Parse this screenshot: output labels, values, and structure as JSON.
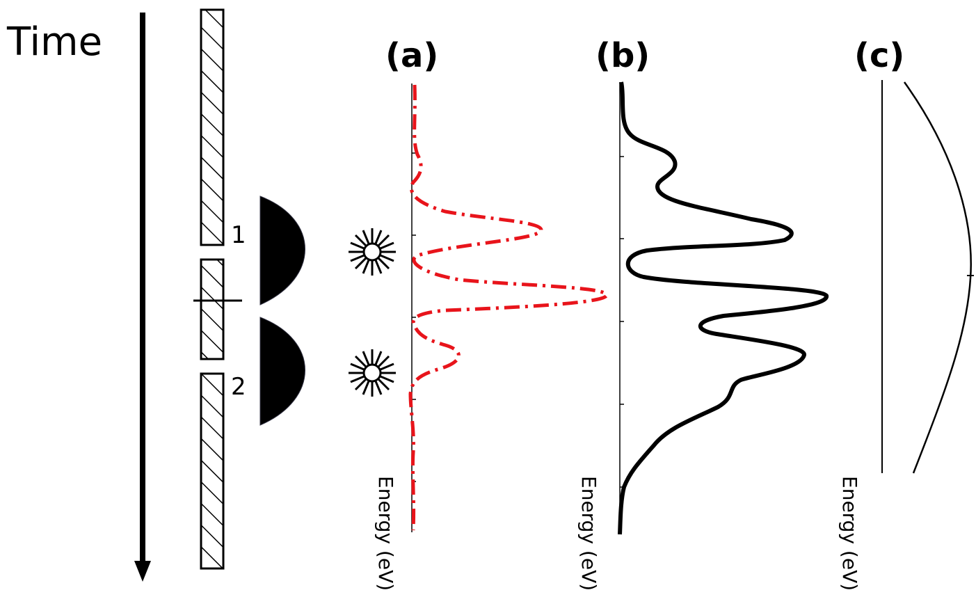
{
  "time_label": "Time",
  "pulses": [
    {
      "label": "1"
    },
    {
      "label": "2"
    }
  ],
  "panels": [
    {
      "id": "a",
      "label": "(a)",
      "axis_label": "Energy (eV)",
      "line_color": "#e8141b",
      "line_style": "dash-dot"
    },
    {
      "id": "b",
      "label": "(b)",
      "axis_label": "Energy (eV)",
      "line_color": "#000000",
      "line_style": "solid"
    },
    {
      "id": "c",
      "label": "(c)",
      "axis_label": "Energy (eV)",
      "line_color": "#000000",
      "line_style": "solid"
    }
  ],
  "colors": {
    "foreground": "#000000",
    "red_curve": "#e8141b",
    "pulse_fill": "#000000"
  },
  "icons": [
    "time-arrow-icon",
    "sun-burst-icon",
    "sun-burst-icon"
  ]
}
